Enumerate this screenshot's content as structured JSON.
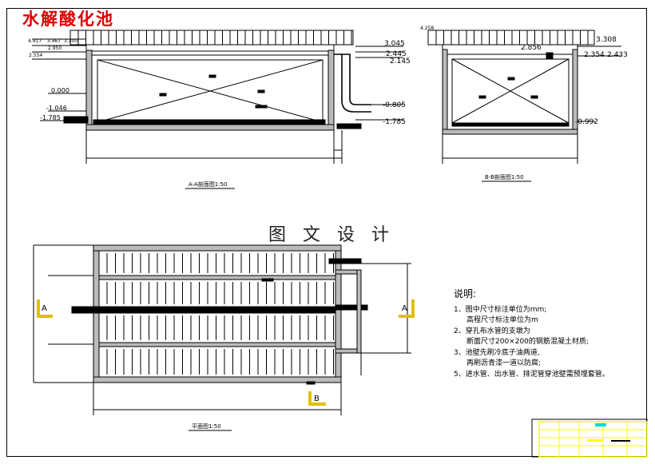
{
  "title": "水解酸化池",
  "watermark": "图 文 设 计",
  "section_aa": {
    "caption": "A-A剖面图1:50",
    "elev_left": [
      "4.417",
      "3.467",
      "3.300",
      "2.950",
      "2.554",
      "0.000",
      "-1.046",
      "-1.785"
    ],
    "elev_right": [
      "3.045",
      "2.445",
      "2.145",
      "-0.805",
      "-1.785"
    ]
  },
  "section_bb": {
    "caption": "B-B剖面图1:50",
    "elev": [
      "4.258",
      "3.308",
      "2.856",
      "2.354",
      "2.433",
      "-0.992"
    ]
  },
  "plan": {
    "caption": "平面图1:50",
    "marker_a": "A",
    "marker_b": "B"
  },
  "notes": {
    "heading": "说明:",
    "items": [
      "1、图中尺寸标注单位为mm;",
      "高程尺寸标注单位为m",
      "2、穿孔布水管的支墩为",
      "断面尺寸200×200的钢筋混凝土材质;",
      "3、池壁先刷冷底子油两道,",
      "再刷沥青漆一道以防腐;",
      "5、进水管、出水管、排泥管穿池壁需预埋套管。"
    ]
  },
  "colors": {
    "title": "#e00000",
    "marker": "#e0c000",
    "title_block": "#ffff00",
    "title_block_accent": "#00d8d8",
    "line": "#000000"
  }
}
